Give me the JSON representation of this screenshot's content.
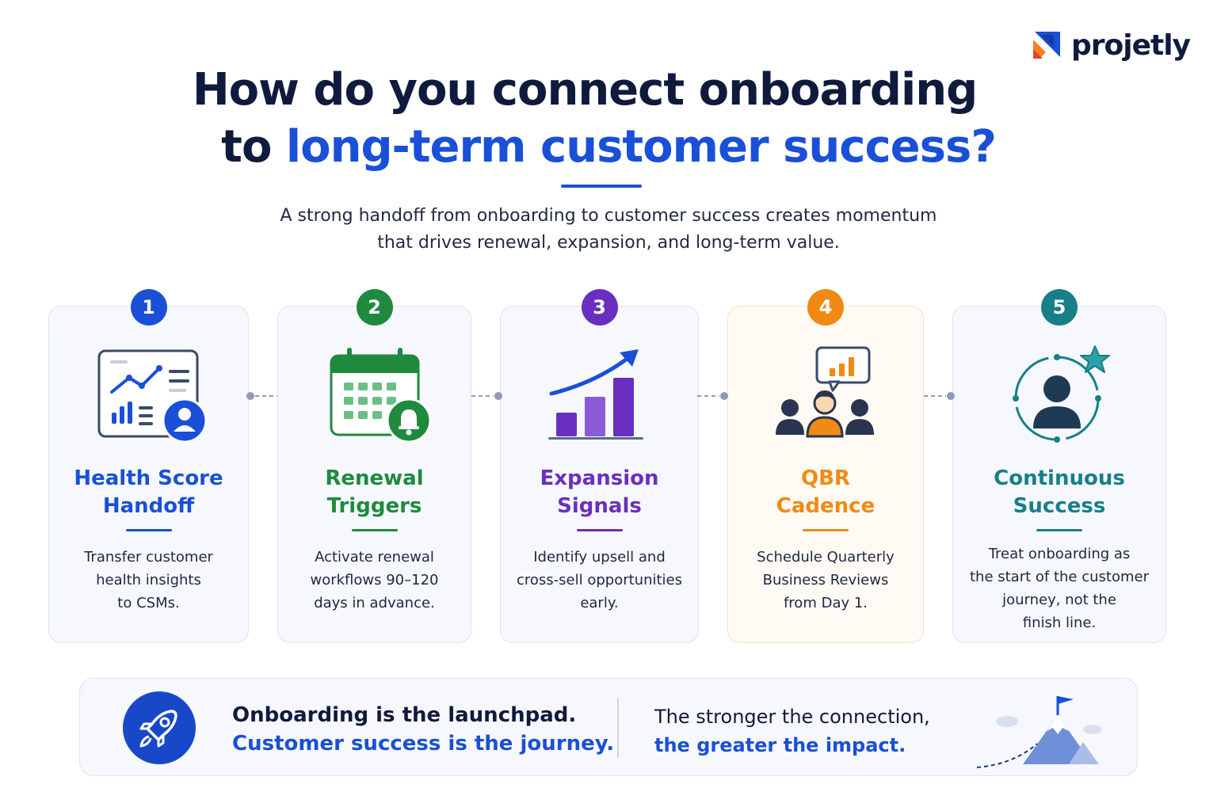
{
  "brand": {
    "name": "projetly"
  },
  "title": {
    "line1": "How do you connect onboarding",
    "line2_prefix": "to ",
    "line2_highlight": "long-term customer success?"
  },
  "subtitle": {
    "line1": "A strong handoff from onboarding to customer success creates momentum",
    "line2": "that drives renewal, expansion, and long-term value."
  },
  "steps": [
    {
      "number": "1",
      "title_line1": "Health Score",
      "title_line2": "Handoff",
      "desc_lines": [
        "Transfer customer",
        "health insights",
        "to CSMs."
      ],
      "color": "#1a4fd8",
      "icon": "dashboard-user-icon"
    },
    {
      "number": "2",
      "title_line1": "Renewal",
      "title_line2": "Triggers",
      "desc_lines": [
        "Activate renewal",
        "workflows 90–120",
        "days in advance."
      ],
      "color": "#1f8a3e",
      "icon": "calendar-bell-icon"
    },
    {
      "number": "3",
      "title_line1": "Expansion",
      "title_line2": "Signals",
      "desc_lines": [
        "Identify upsell and",
        "cross-sell opportunities",
        "early."
      ],
      "color": "#6a2fc0",
      "icon": "growth-chart-icon"
    },
    {
      "number": "4",
      "title_line1": "QBR",
      "title_line2": "Cadence",
      "desc_lines": [
        "Schedule Quarterly",
        "Business Reviews",
        "from Day 1."
      ],
      "color": "#f08a14",
      "icon": "meeting-people-icon"
    },
    {
      "number": "5",
      "title_line1": "Continuous",
      "title_line2": "Success",
      "desc_lines": [
        "Treat onboarding as",
        "the start of the customer",
        "journey, not the",
        "finish line."
      ],
      "color": "#177f87",
      "icon": "user-star-cycle-icon"
    }
  ],
  "bottom": {
    "left_line1": "Onboarding is the launchpad.",
    "left_line2": "Customer success is the journey.",
    "right_line1": "The stronger the connection,",
    "right_line2": "the greater the impact.",
    "left_icon": "rocket-icon",
    "right_icon": "mountain-flag-icon"
  },
  "colors": {
    "navy": "#0f1a3d",
    "accent": "#1a4fd8"
  }
}
